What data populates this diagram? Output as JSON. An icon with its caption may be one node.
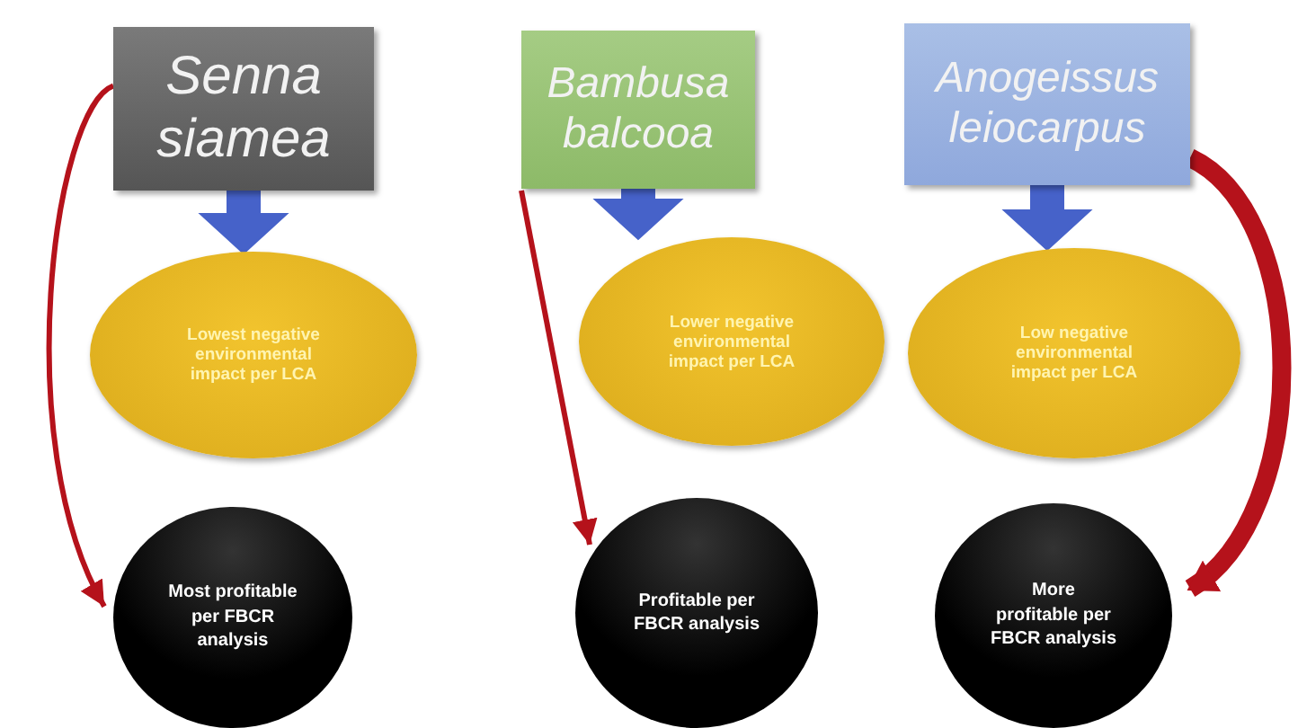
{
  "diagram": {
    "nodes": [
      {
        "text": [
          "Senna siamea"
        ]
      },
      {
        "text": [
          "Bambusa balcooa"
        ]
      },
      {
        "text": [
          "Anogeissus leiocarpus"
        ]
      },
      {
        "text": [
          "Lowest negative environmental impact per LCA"
        ]
      },
      {
        "text": [
          "Lower negative environmental impact per LCA"
        ]
      },
      {
        "text": [
          "Low negative environmental impact per LCA"
        ]
      },
      {
        "text": [
          "Most profitable per FBCR analysis"
        ]
      },
      {
        "text": [
          "Profitable per FBCR analysis"
        ]
      },
      {
        "text": [
          "More profitable per FBCR analysis"
        ]
      }
    ],
    "edges": [
      {
        "from": 0,
        "to": 3,
        "arrow": "to",
        "color": "#4662c9"
      },
      {
        "from": 1,
        "to": 4,
        "arrow": "to",
        "color": "#4662c9"
      },
      {
        "from": 2,
        "to": 5,
        "arrow": "to",
        "color": "#4662c9"
      },
      {
        "from": 0,
        "to": 6,
        "arrow": "to",
        "color": "#b5121b"
      },
      {
        "from": 1,
        "to": 7,
        "arrow": "to",
        "color": "#b5121b"
      },
      {
        "from": 2,
        "to": 8,
        "arrow": "to",
        "style": "thick",
        "color": "#b5121b"
      }
    ]
  }
}
